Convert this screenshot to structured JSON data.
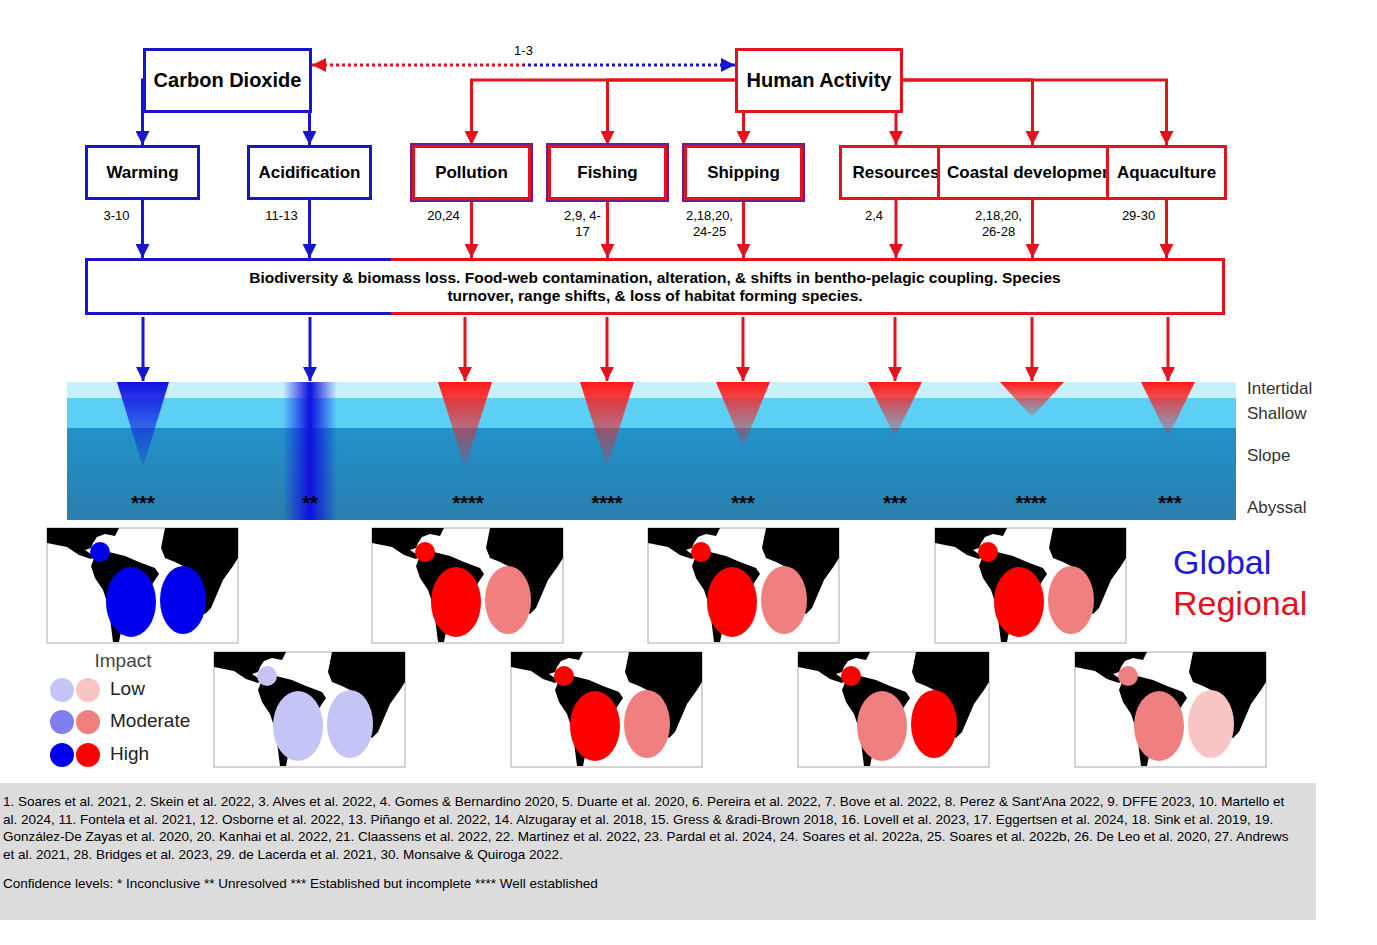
{
  "diagram": {
    "nodes": [
      {
        "text": [
          "Carbon Dioxide"
        ]
      },
      {
        "text": [
          "Human Activity"
        ]
      },
      {
        "text": [
          "Warming"
        ]
      },
      {
        "text": [
          "Acidification"
        ]
      },
      {
        "text": [
          "Pollution"
        ]
      },
      {
        "text": [
          "Fishing"
        ]
      },
      {
        "text": [
          "Shipping"
        ]
      },
      {
        "text": [
          "Resources"
        ]
      },
      {
        "text": [
          "Coastal development"
        ]
      },
      {
        "text": [
          "Aquaculture"
        ]
      },
      {
        "text": [
          "Biodiversity & biomass loss. Food-web contamination, alteration, & shifts in bentho-pelagic coupling. Species turnover, range shifts, & loss of habitat forming species."
        ]
      },
      {
        "text": [
          "1. Soares et al. 2021, 2. Skein et al. 2022, 3. Alves et al. 2022, 4. Gomes & Bernardino 2020, 5. Duarte et al. 2020, 6. Pereira et al. 2022, 7. Bove et al. 2022, 8. Perez & Sant'Ana 2022, 9. DFFE 2023, 10. Martello et al. 2024, 11. Fontela et al. 2021, 12. Osborne et al. 2022, 13. Piñango et al. 2022, 14. Alzugaray et al. 2018, 15. Gress & &radi-Brown 2018, 16. Lovell et al. 2023, 17. Eggertsen et al. 2024, 18. Sink et al. 2019, 19. González-De Zayas et al. 2020, 20. Kanhai et al. 2022, 21. Claassens et al. 2022, 22. Martinez et al. 2022, 23. Pardal et al. 2024, 24. Soares et al. 2022a, 25. Soares et al. 2022b, 26. De Leo et al. 2020, 27. Andrews et al. 2021, 28. Bridges et al. 2023, 29. de Lacerda et al. 2021, 30. Monsalve & Quiroga 2022.",
          "Confidence levels: * Inconclusive ** Unresolved *** Established but incomplete **** Well established"
        ]
      }
    ],
    "edges": [
      {
        "from": 0,
        "to": 1,
        "arrow": "both",
        "label": "1-3"
      },
      {
        "from": 0,
        "to": 2,
        "arrow": "to"
      },
      {
        "from": 0,
        "to": 3,
        "arrow": "to"
      },
      {
        "from": 1,
        "to": 4,
        "arrow": "to"
      },
      {
        "from": 1,
        "to": 5,
        "arrow": "to"
      },
      {
        "from": 1,
        "to": 6,
        "arrow": "to"
      },
      {
        "from": 1,
        "to": 7,
        "arrow": "to"
      },
      {
        "from": 1,
        "to": 8,
        "arrow": "to"
      },
      {
        "from": 1,
        "to": 9,
        "arrow": "to"
      },
      {
        "from": 2,
        "to": 10,
        "arrow": "to",
        "label": "3-10"
      },
      {
        "from": 3,
        "to": 10,
        "arrow": "to",
        "label": "11-13"
      },
      {
        "from": 4,
        "to": 10,
        "arrow": "to",
        "label": "20,24"
      },
      {
        "from": 5,
        "to": 10,
        "arrow": "to",
        "label": "2,9, 4-17"
      },
      {
        "from": 6,
        "to": 10,
        "arrow": "to",
        "label": "2,18,20, 24-25"
      },
      {
        "from": 7,
        "to": 10,
        "arrow": "to",
        "label": "2,4"
      },
      {
        "from": 8,
        "to": 10,
        "arrow": "to",
        "label": "2,18,20, 26-28"
      },
      {
        "from": 9,
        "to": 10,
        "arrow": "to",
        "label": "29-30"
      }
    ],
    "labels": [
      "Intertidal",
      "Shallow",
      "Slope",
      "Abyssal",
      "***",
      "**",
      "****",
      "****",
      "***",
      "***",
      "****",
      "***",
      "Global",
      "Regional",
      "Impact"
    ],
    "legend": [
      {
        "text": "Low",
        "color": "#c4c4f7"
      },
      {
        "text": "Moderate",
        "color": "#7f7fef"
      },
      {
        "text": "High",
        "color": "#0000ee"
      }
    ]
  }
}
